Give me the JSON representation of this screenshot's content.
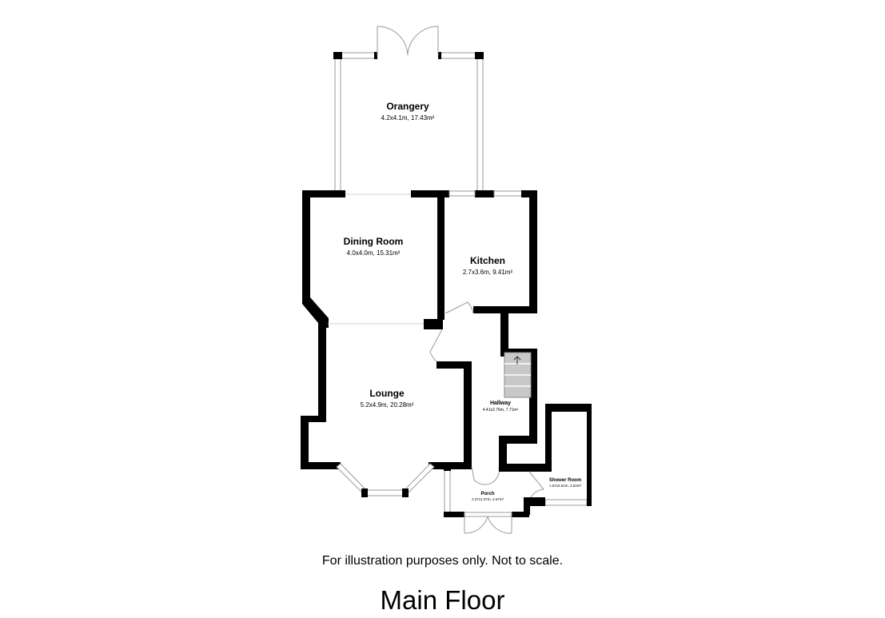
{
  "rooms": {
    "orangery": {
      "name": "Orangery",
      "dims": "4.2x4.1m, 17.43m²"
    },
    "dining": {
      "name": "Dining Room",
      "dims": "4.0x4.0m, 15.31m²"
    },
    "kitchen": {
      "name": "Kitchen",
      "dims": "2.7x3.6m, 9.41m²"
    },
    "lounge": {
      "name": "Lounge",
      "dims": "5.2x4.9m, 20.28m²"
    },
    "hallway": {
      "name": "Hallway",
      "dims": "4.41x2.76m, 7.71m²"
    },
    "shower": {
      "name": "Shower Room",
      "dims": "1.67x2.51m, 3.52m²"
    },
    "porch": {
      "name": "Porch",
      "dims": "2.37x1.37m, 2.67m²"
    }
  },
  "disclaimer": "For illustration purposes only. Not to scale.",
  "floor_title": "Main Floor",
  "colors": {
    "wall": "#000000",
    "stairs": "#c8c8c8",
    "glazing": "#9a9a9a"
  }
}
